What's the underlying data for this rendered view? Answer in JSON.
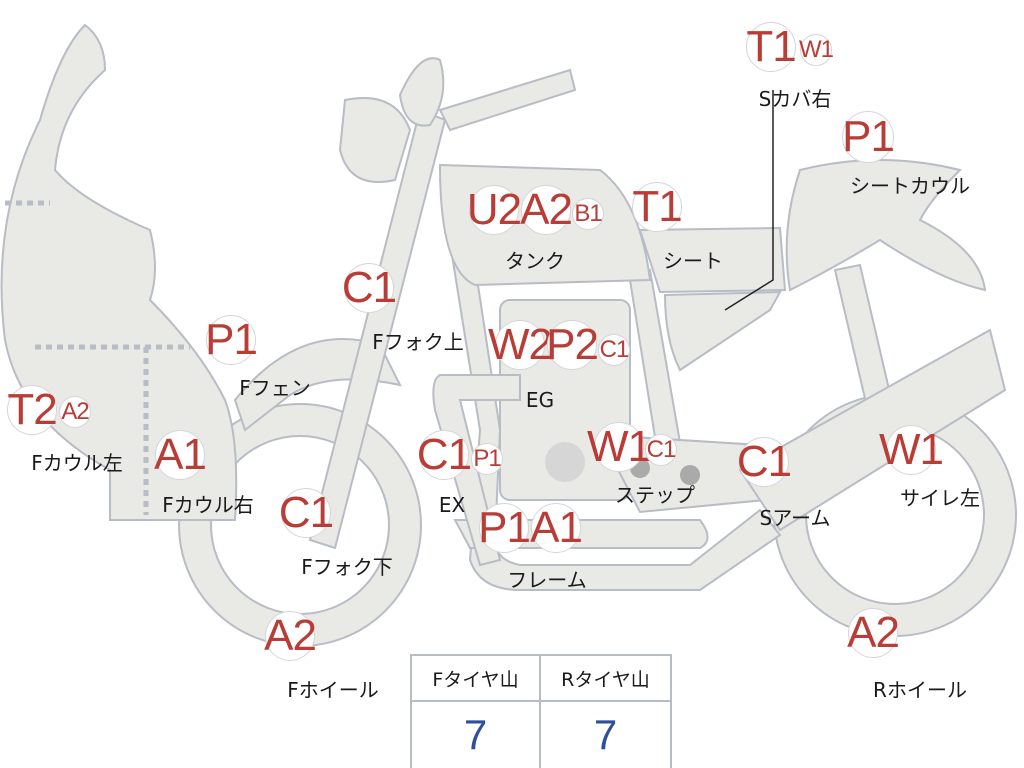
{
  "colors": {
    "badge_text": "#b93c36",
    "body_fill": "#e9e9e6",
    "outline": "#b8bcc4",
    "value_blue": "#2e4f9b"
  },
  "parts": [
    {
      "label": "Sカバ右",
      "codes": [
        "T1",
        "W1"
      ]
    },
    {
      "label": "シートカウル",
      "codes": [
        "P1"
      ]
    },
    {
      "label": "タンク",
      "codes": [
        "U2",
        "A2",
        "B1"
      ]
    },
    {
      "label": "シート",
      "codes": [
        "T1"
      ]
    },
    {
      "label": "Fフォク上",
      "codes": [
        "C1"
      ]
    },
    {
      "label": "Fフェン",
      "codes": [
        "P1"
      ]
    },
    {
      "label": "EG",
      "codes": [
        "W2",
        "P2",
        "C1"
      ]
    },
    {
      "label": "Fカウル左",
      "codes": [
        "T2",
        "A2"
      ]
    },
    {
      "label": "Fカウル右",
      "codes": [
        "A1"
      ]
    },
    {
      "label": "EX",
      "codes": [
        "C1",
        "P1"
      ]
    },
    {
      "label": "ステップ",
      "codes": [
        "W1",
        "C1"
      ]
    },
    {
      "label": "Sアーム",
      "codes": [
        "C1"
      ]
    },
    {
      "label": "サイレ左",
      "codes": [
        "W1"
      ]
    },
    {
      "label": "Fフォク下",
      "codes": [
        "C1"
      ]
    },
    {
      "label": "フレーム",
      "codes": [
        "P1",
        "A1"
      ]
    },
    {
      "label": "Fホイール",
      "codes": [
        "A2"
      ]
    },
    {
      "label": "Rホイール",
      "codes": [
        "A2"
      ]
    }
  ],
  "tires": {
    "front_label": "Fタイヤ山",
    "rear_label": "Rタイヤ山",
    "front_value": "7",
    "rear_value": "7"
  }
}
